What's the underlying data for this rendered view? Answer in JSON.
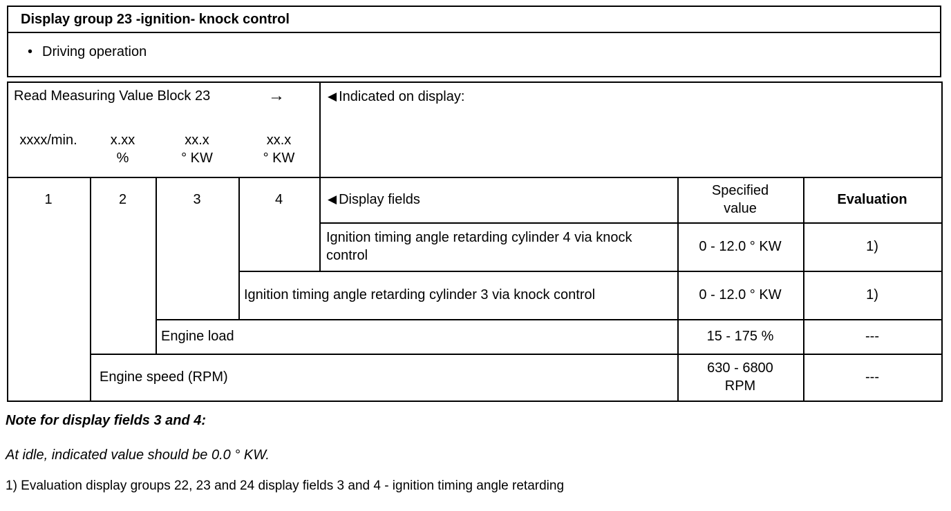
{
  "icons": {
    "bullet": "•",
    "arrow_right": "→",
    "pointer_left": "◀"
  },
  "header": {
    "title": "Display group 23 -ignition- knock control"
  },
  "operation": {
    "label": "Driving operation"
  },
  "measuring_block": {
    "title": "Read Measuring Value Block 23",
    "units": [
      {
        "value": "xxxx/min.",
        "unit": ""
      },
      {
        "value": "x.xx",
        "unit": "%"
      },
      {
        "value": "xx.x",
        "unit": "° KW"
      },
      {
        "value": "xx.x",
        "unit": "° KW"
      }
    ],
    "field_numbers": [
      "1",
      "2",
      "3",
      "4"
    ]
  },
  "display_table": {
    "indicated_label": "Indicated on display:",
    "display_fields_label": "Display fields",
    "specified_value_header": "Specified value",
    "evaluation_header": "Evaluation",
    "rows": [
      {
        "description": "Ignition timing angle retarding cylinder 4 via knock control",
        "specified_value": "0 - 12.0 ° KW",
        "evaluation": "1)"
      },
      {
        "description": "Ignition timing angle retarding cylinder 3 via knock control",
        "specified_value": "0 - 12.0 ° KW",
        "evaluation": "1)"
      },
      {
        "description": "Engine load",
        "specified_value": "15 - 175 %",
        "evaluation": "---"
      },
      {
        "description": "Engine speed (RPM)",
        "specified_value": "630 - 6800 RPM",
        "evaluation": "---"
      }
    ]
  },
  "notes": {
    "title": "Note for display fields 3 and 4:",
    "body": "At idle, indicated value should be 0.0 ° KW.",
    "footnote": "1) Evaluation display groups 22, 23 and 24 display fields 3 and 4 - ignition timing angle retarding"
  }
}
